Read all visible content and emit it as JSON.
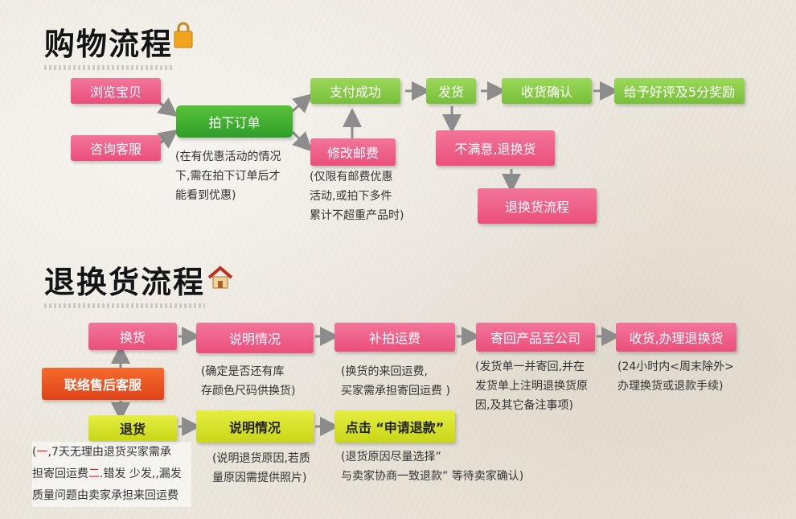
{
  "shopping": {
    "title": "购物流程",
    "browse": "浏览宝贝",
    "consult": "咨询客服",
    "place_order": "拍下订单",
    "pay": "支付成功",
    "ship": "发货",
    "confirm": "收货确认",
    "review": "给予好评及5分奖励",
    "modify_postage": "修改邮费",
    "unsatisfied": "不满意,退换货",
    "return_flow": "退换货流程",
    "order_note": [
      "(在有优惠活动的情况",
      "下,需在拍下订单后才",
      "能看到优惠)"
    ],
    "postage_note": [
      "(仅限有邮费优惠",
      "活动,或拍下多件",
      "累计不超重产品时)"
    ]
  },
  "returns": {
    "title": "退换货流程",
    "service": "联络售后客服",
    "exchange": "换货",
    "refund": "退货",
    "explain1": "说明情况",
    "explain2": "说明情况",
    "repay": "补拍运费",
    "send_back": "寄回产品至公司",
    "receive": "收货,办理退换货",
    "apply": "点击 “申请退款”",
    "explain1_note": [
      "(确定是否还有库",
      "存颜色尺码供换货)"
    ],
    "repay_note": [
      "(换货的来回运费,",
      "买家需承担寄回运费 )"
    ],
    "send_note": [
      "(发货单一并寄回,并在",
      "发货单上注明退换货原",
      "因,及其它备注事项)"
    ],
    "receive_note": [
      "(24小时内<周末除外>",
      "办理换货或退款手续)"
    ],
    "explain2_note": [
      "(说明退货原因,若质",
      "量原因需提供照片)"
    ],
    "apply_note": [
      "(退货原因尽量选择”",
      "与卖家协商一致退款” 等待卖家确认)"
    ],
    "refund_note": {
      "l1_a": "(",
      "l1_b": "一",
      "l1_c": ",7天无理由退货买家需承",
      "l2_a": "担寄回运费",
      "l2_b": "二",
      "l2_c": ".错发 少发,,漏发",
      "l3": "质量问题由卖家承担来回运费"
    }
  },
  "colors": {
    "pink": "#ea4f7b",
    "green": "#77bf3a",
    "dark_green": "#2f9e2a",
    "orange": "#e04418",
    "lime": "#c9d619",
    "arrow": "#8c8c8c"
  },
  "icons": [
    "lock-bag-icon",
    "house-icon"
  ]
}
